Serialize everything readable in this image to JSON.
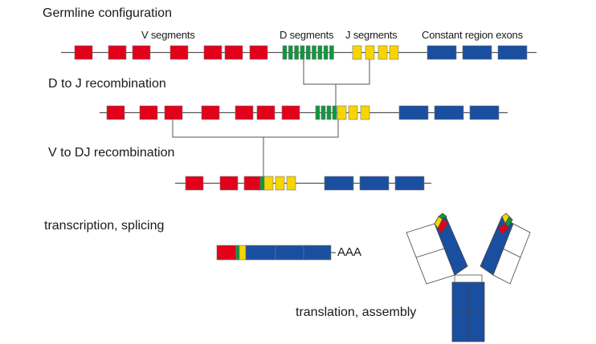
{
  "colors": {
    "v_segment": "#e2001a",
    "d_segment": "#0a9a3a",
    "j_segment": "#f7d500",
    "constant": "#1a4fa0",
    "line": "#555555",
    "outline": "#777777"
  },
  "stages": {
    "germline": "Germline configuration",
    "d_to_j": "D to J recombination",
    "v_to_dj": "V to DJ recombination",
    "transcription": "transcription, splicing",
    "translation": "translation, assembly"
  },
  "segment_labels": {
    "v": "V segments",
    "d": "D segments",
    "j": "J segments",
    "c": "Constant region exons"
  },
  "poly_a": "AAA",
  "icons": {
    "antibody": "antibody-y-shape-icon"
  }
}
